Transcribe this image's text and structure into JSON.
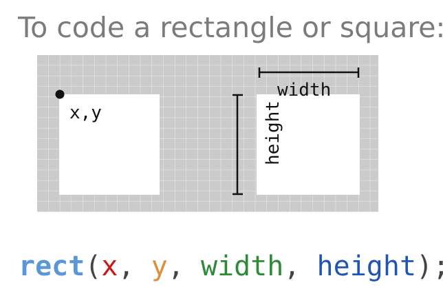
{
  "title": "To code a rectangle or square:",
  "diagram": {
    "label_xy": "x,y",
    "label_width": "width",
    "label_height": "height"
  },
  "code": {
    "function": "rect",
    "open": "(",
    "arg_x": "x",
    "comma1": ", ",
    "arg_y": "y",
    "comma2": ", ",
    "arg_width": "width",
    "comma3": ", ",
    "arg_height": "height",
    "close": ");"
  },
  "colors": {
    "grid_background": "#cbcbcb",
    "grid_lines": "#efefef",
    "rectangle_fill": "#ffffff",
    "function_color": "#5a97d8",
    "x_color": "#c71919",
    "y_color": "#d9913b",
    "width_color": "#2f8a38",
    "height_color": "#1f55b6"
  }
}
